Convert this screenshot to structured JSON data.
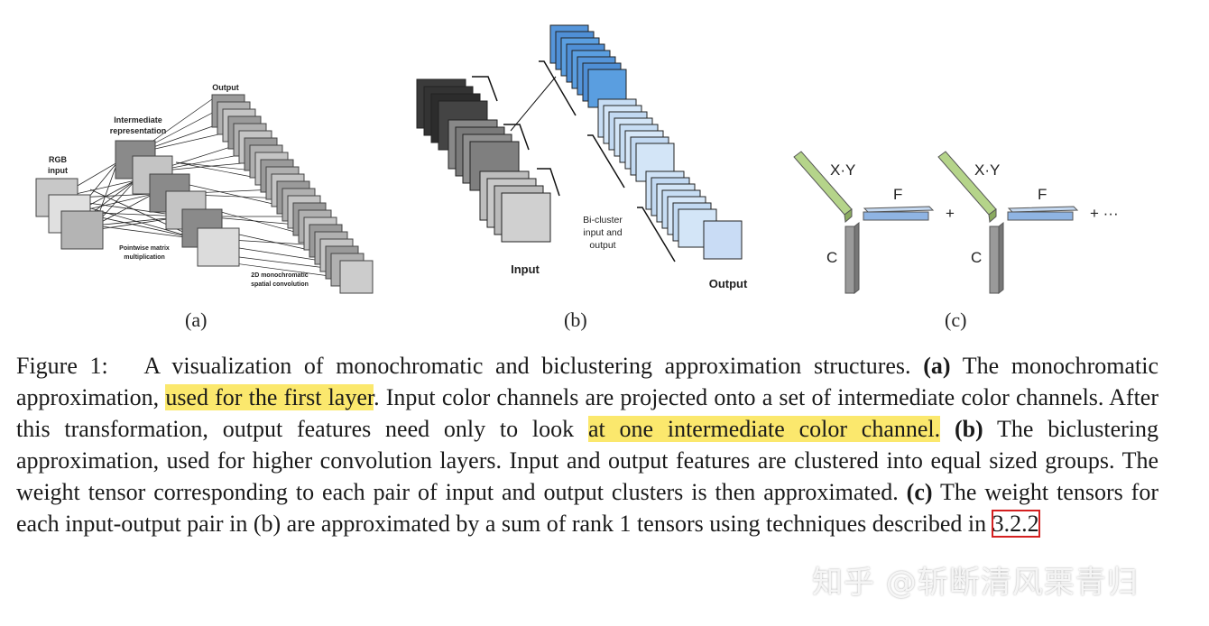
{
  "panel_a": {
    "label_output": "Output",
    "label_intermediate_1": "Intermediate",
    "label_intermediate_2": "representation",
    "label_rgb_1": "RGB",
    "label_rgb_2": "input",
    "label_pointwise_1": "Pointwise matrix",
    "label_pointwise_2": "multiplication",
    "label_conv_1": "2D monochromatic",
    "label_conv_2": "spatial convolution",
    "sublabel": "(a)"
  },
  "panel_b": {
    "label_input": "Input",
    "label_bicluster_1": "Bi-cluster",
    "label_bicluster_2": "input and",
    "label_bicluster_3": "output",
    "label_output": "Output",
    "sublabel": "(b)",
    "colors": {
      "input_dark": "#333333",
      "output_blue": "#5a9ee0",
      "output_light": "#c9dff5"
    }
  },
  "panel_c": {
    "label_xy": "X·Y",
    "label_f": "F",
    "label_c": "C",
    "plus": "+",
    "plus_ellipsis": "+ ···",
    "sublabel": "(c)",
    "colors": {
      "green": "#b5d48a",
      "blue": "#8fb4e3",
      "gray": "#9a9a9a"
    }
  },
  "caption": {
    "fig_prefix": "Figure 1:",
    "p1": "A visualization of monochromatic and biclustering approximation structures.",
    "a_label": "(a)",
    "p2": "The monochromatic approximation,",
    "hl1": "used for the first layer",
    "p3": ". Input color channels are projected onto a set of intermediate color channels. After this transformation, output features need only to look",
    "hl2": "at one intermediate color channel.",
    "b_label": "(b)",
    "p4": "The biclustering approximation, used for higher convolution layers. Input and output features are clustered into equal sized groups. The weight tensor corresponding to each pair of input and output clusters is then approximated.",
    "c_label": "(c)",
    "p5": "The weight tensors for each input-output pair in (b) are approximated by a sum of rank 1 tensors using techniques described in",
    "ref": "3.2.2"
  },
  "watermark": "知乎 @斩断清风栗青归"
}
